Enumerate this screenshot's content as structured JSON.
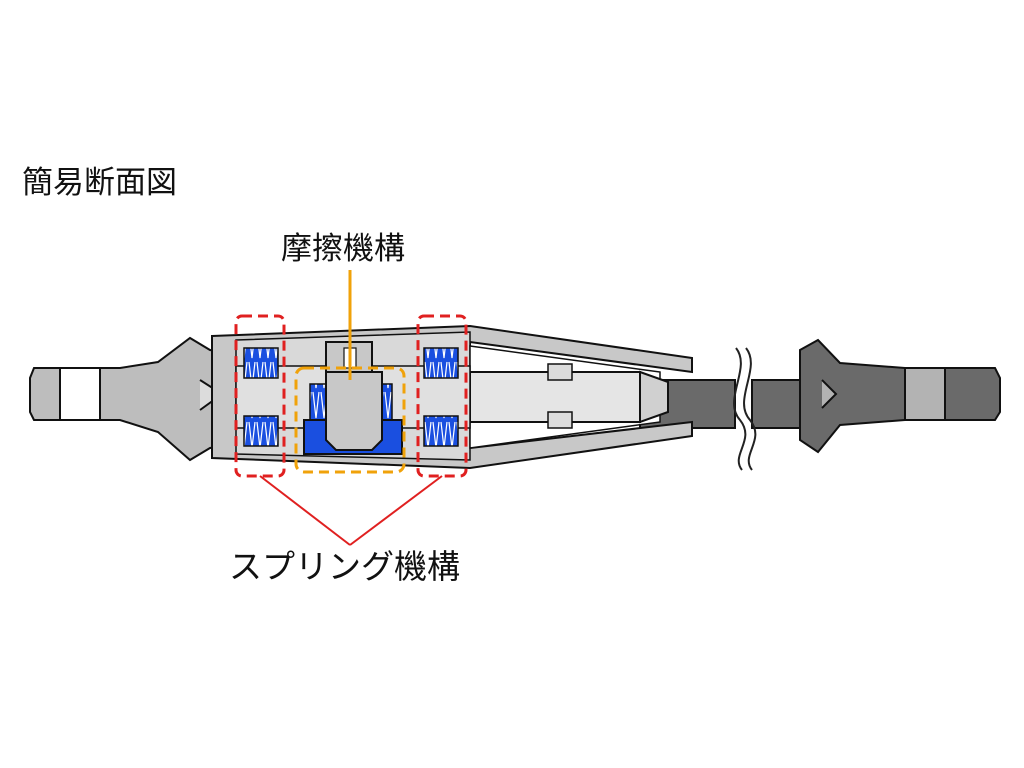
{
  "title": "簡易断面図",
  "labels": {
    "friction": "摩擦機構",
    "spring": "スプリング機構"
  },
  "colors": {
    "spring_blue": "#1a4fe0",
    "friction_highlight": "#f0a20a",
    "spring_highlight": "#e02020",
    "body_light": "#b8b8b8",
    "shaft_dark": "#666666"
  }
}
